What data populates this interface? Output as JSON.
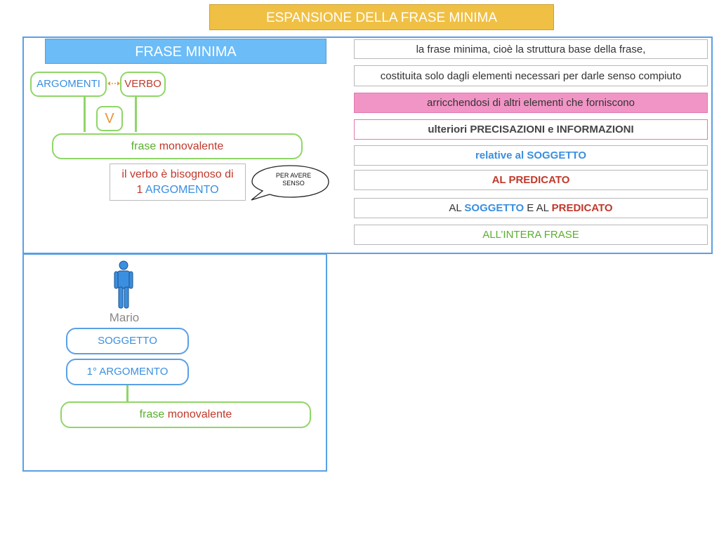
{
  "title": "ESPANSIONE DELLA FRASE MINIMA",
  "left_top": {
    "header": "FRASE MINIMA",
    "argomenti": "ARGOMENTI",
    "verbo": "VERBO",
    "v_label": "V",
    "frase_word": "frase",
    "frase_type": "monovalente",
    "note_line1": "il verbo è bisognoso di",
    "note_num": "1",
    "note_arg": "ARGOMENTO",
    "bubble_line1": "PER AVERE",
    "bubble_line2": "SENSO"
  },
  "right": {
    "row1": "la frase minima, cioè la struttura base della frase,",
    "row2": "costituita solo dagli elementi necessari per darle senso compiuto",
    "row3": "arricchendosi di altri elementi che forniscono",
    "row4": "ulteriori PRECISAZIONI e INFORMAZIONI",
    "row5": "relative al SOGGETTO",
    "row6": "AL PREDICATO",
    "row7_a": "AL",
    "row7_b": "SOGGETTO",
    "row7_c": "E AL",
    "row7_d": "PREDICATO",
    "row8": "ALL’INTERA FRASE"
  },
  "bottom": {
    "person_name": "Mario",
    "soggetto": "SOGGETTO",
    "argomento": "1° ARGOMENTO",
    "frase_word": "frase",
    "frase_type": "monovalente"
  },
  "colors": {
    "title_bg": "#f0c044",
    "header_bg": "#6bbcf7",
    "panel_border": "#5aa0e6",
    "pill_border": "#8fd667",
    "highlight_pink": "#f195c6"
  }
}
